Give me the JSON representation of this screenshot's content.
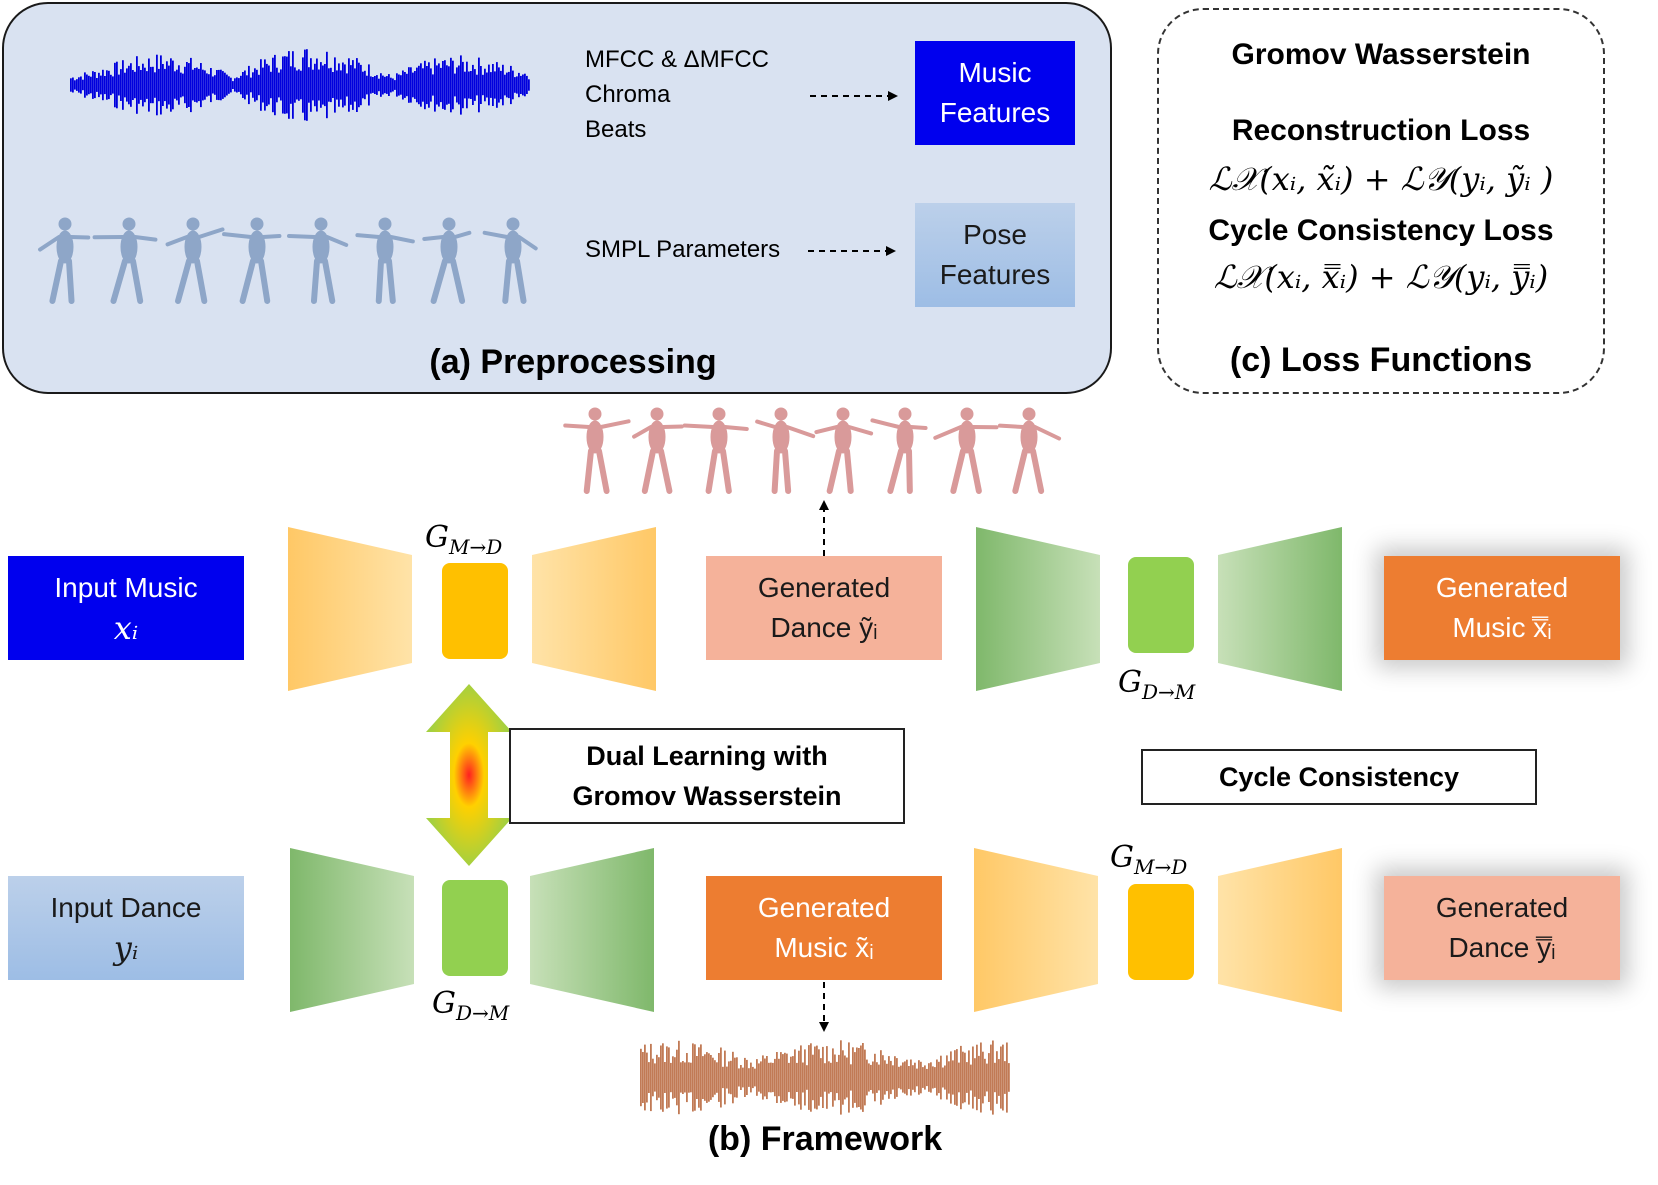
{
  "preprocessing": {
    "title": "(a) Preprocessing",
    "music_feature_lines": [
      "MFCC & ΔMFCC",
      "Chroma",
      "Beats"
    ],
    "pose_feature_line": "SMPL Parameters",
    "music_features_box": "Music Features",
    "pose_features_box": "Pose Features"
  },
  "loss": {
    "title": "(c) Loss Functions",
    "gromov": "Gromov Wasserstein",
    "reconstruction": "Reconstruction Loss",
    "reconstruction_formula": "ℒ𝒳(xᵢ, x̃ᵢ) + ℒ𝒴(yᵢ, ỹᵢ )",
    "cycle": "Cycle Consistency Loss",
    "cycle_formula": "ℒ𝒳(xᵢ, x̿ᵢ) + ℒ𝒴(yᵢ, y̿ᵢ)"
  },
  "framework": {
    "title": "(b) Framework",
    "input_music": {
      "label": "Input Music",
      "var": "xᵢ"
    },
    "input_dance": {
      "label": "Input Dance",
      "var": "yᵢ"
    },
    "generated_dance_top": {
      "label": "Generated",
      "label2": "Dance ỹᵢ"
    },
    "generated_music_top": {
      "label": "Generated",
      "label2": "Music x̿ᵢ"
    },
    "generated_music_bottom": {
      "label": "Generated",
      "label2": "Music x̃ᵢ"
    },
    "generated_dance_bottom": {
      "label": "Generated",
      "label2": "Dance y̿ᵢ"
    },
    "gen_m2d": "G",
    "gen_m2d_sub": "M→D",
    "gen_d2m": "G",
    "gen_d2m_sub": "D→M",
    "dual_learning": [
      "Dual Learning with",
      "Gromov Wasserstein"
    ],
    "cycle_consistency": "Cycle Consistency"
  },
  "colors": {
    "music_blue": "#0000ee",
    "pose_blue": "#9dbde5",
    "orange": "#ed7d31",
    "salmon": "#f5b29a",
    "yellow": "#ffc000",
    "green": "#92d050",
    "panel_bg": "#d9e2f1"
  }
}
